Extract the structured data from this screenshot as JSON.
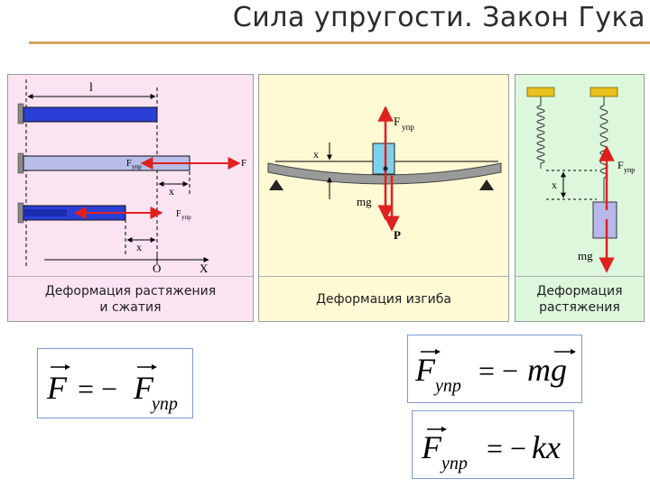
{
  "slide": {
    "title": "Сила упругости. Закон Гука"
  },
  "panels": [
    {
      "caption_line1": "Деформация растяжения",
      "caption_line2": "и сжатия",
      "labels": {
        "length": "l",
        "force": "F",
        "elastic": "упр",
        "x": "x",
        "origin": "O",
        "axis": "X"
      }
    },
    {
      "caption": "Деформация изгиба",
      "labels": {
        "elastic_force": "F",
        "elastic_sub": "упр",
        "x": "x",
        "weight_force": "mg",
        "weight": "P"
      }
    },
    {
      "caption_line1": "Деформация",
      "caption_line2": "растяжения",
      "labels": {
        "elastic_force": "F",
        "elastic_sub": "упр",
        "x": "x",
        "weight_force": "mg"
      }
    }
  ],
  "formulas": [
    {
      "lhs": "F",
      "eq": "= −",
      "rhs": "F",
      "rhs_sub": "упр"
    },
    {
      "lhs": "F",
      "lhs_sub": "упр",
      "eq": "= −",
      "rhs": "mg"
    },
    {
      "lhs": "F",
      "lhs_sub": "упр",
      "eq": "= −",
      "rhs": "kx"
    }
  ],
  "colors": {
    "accent_line": "#d9a066",
    "arrow": "#e0201e",
    "rod": "#2a3fd6",
    "rod_light": "#b8bde8"
  }
}
